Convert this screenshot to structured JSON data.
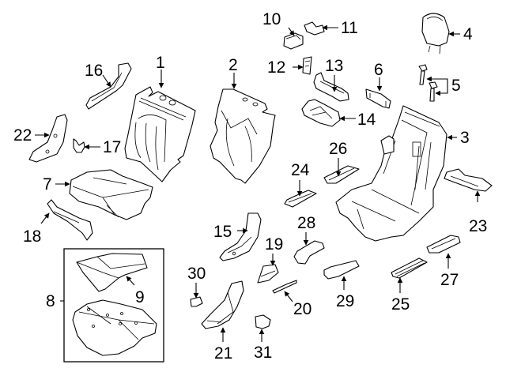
{
  "diagram": {
    "title": "Rear seat components exploded parts diagram",
    "callouts": [
      {
        "id": "1",
        "label": "1",
        "part": "seat-back-cover-left"
      },
      {
        "id": "2",
        "label": "2",
        "part": "seat-back-pad"
      },
      {
        "id": "3",
        "label": "3",
        "part": "seat-frame"
      },
      {
        "id": "4",
        "label": "4",
        "part": "headrest"
      },
      {
        "id": "5",
        "label": "5",
        "part": "headrest-guides"
      },
      {
        "id": "6",
        "label": "6",
        "part": "latch-bracket"
      },
      {
        "id": "7",
        "label": "7",
        "part": "seat-cushion"
      },
      {
        "id": "8",
        "label": "8",
        "part": "cushion-assembly"
      },
      {
        "id": "9",
        "label": "9",
        "part": "cushion-cover"
      },
      {
        "id": "10",
        "label": "10",
        "part": "release-button"
      },
      {
        "id": "11",
        "label": "11",
        "part": "retainer-clip"
      },
      {
        "id": "12",
        "label": "12",
        "part": "bezel"
      },
      {
        "id": "13",
        "label": "13",
        "part": "bracket"
      },
      {
        "id": "14",
        "label": "14",
        "part": "latch-housing"
      },
      {
        "id": "15",
        "label": "15",
        "part": "side-shield"
      },
      {
        "id": "16",
        "label": "16",
        "part": "trim-panel"
      },
      {
        "id": "17",
        "label": "17",
        "part": "clip"
      },
      {
        "id": "18",
        "label": "18",
        "part": "support-bracket"
      },
      {
        "id": "19",
        "label": "19",
        "part": "cover"
      },
      {
        "id": "20",
        "label": "20",
        "part": "strap"
      },
      {
        "id": "21",
        "label": "21",
        "part": "hinge-cover"
      },
      {
        "id": "22",
        "label": "22",
        "part": "side-trim"
      },
      {
        "id": "23",
        "label": "23",
        "part": "track-cover"
      },
      {
        "id": "24",
        "label": "24",
        "part": "track-cover"
      },
      {
        "id": "25",
        "label": "25",
        "part": "track-cover"
      },
      {
        "id": "26",
        "label": "26",
        "part": "track-cover"
      },
      {
        "id": "27",
        "label": "27",
        "part": "track-cover"
      },
      {
        "id": "28",
        "label": "28",
        "part": "end-cap"
      },
      {
        "id": "29",
        "label": "29",
        "part": "end-cap"
      },
      {
        "id": "30",
        "label": "30",
        "part": "clip"
      },
      {
        "id": "31",
        "label": "31",
        "part": "clip"
      }
    ],
    "colors": {
      "line": "#000000",
      "background": "#ffffff"
    }
  }
}
